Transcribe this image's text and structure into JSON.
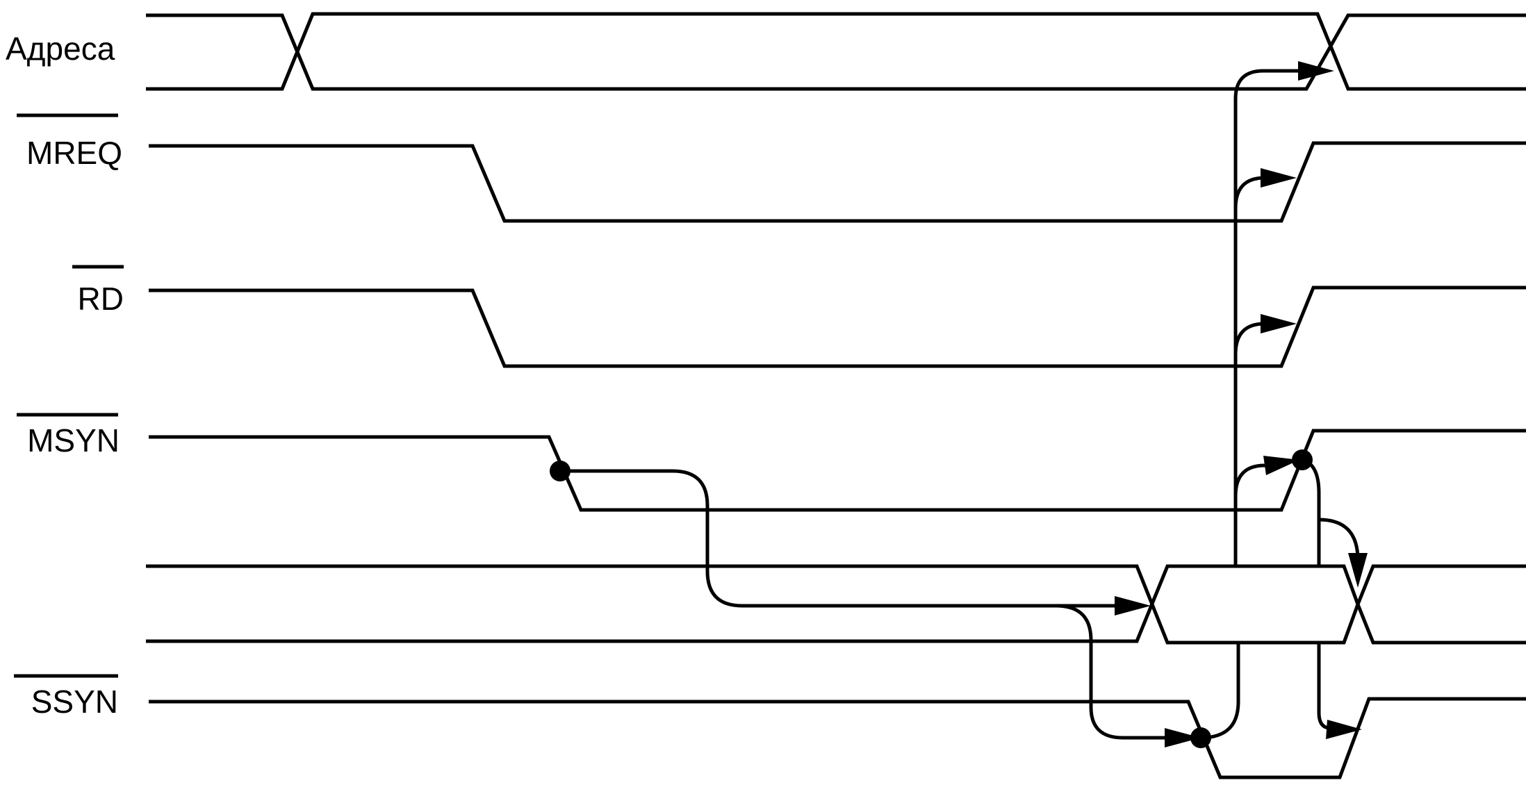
{
  "colors": {
    "line": "#000000",
    "background": "#ffffff"
  },
  "signals": {
    "address": {
      "label": "Адреса",
      "active_low": false
    },
    "mreq": {
      "label": "MREQ",
      "active_low": true
    },
    "rd": {
      "label": "RD",
      "active_low": true
    },
    "msyn": {
      "label": "MSYN",
      "active_low": true
    },
    "data": {
      "label": "",
      "active_low": false
    },
    "ssyn": {
      "label": "SSYN",
      "active_low": true
    }
  }
}
